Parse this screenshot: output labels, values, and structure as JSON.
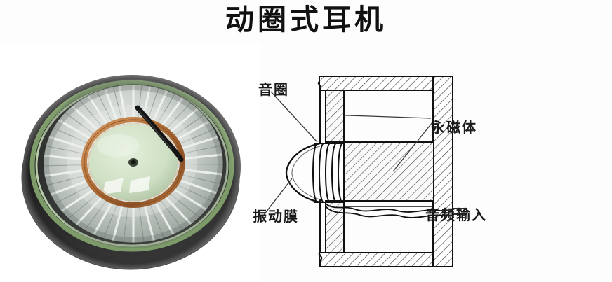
{
  "page": {
    "title": "动圈式耳机",
    "background_color": "#fdfdfd"
  },
  "photo": {
    "name": "dynamic-driver-photo",
    "description": "动圈式耳机单元实物照片",
    "colors": {
      "rim": "#2b2b2b",
      "ring": "#8fae7d",
      "diaphragm": "#c9cfcb",
      "coil": "#b5703a",
      "center_dome": "#d5e3cc",
      "wire": "#1a1a1a"
    }
  },
  "diagram": {
    "name": "cross-section-diagram",
    "colors": {
      "line": "#1a1a1a",
      "hatch": "#555555",
      "fill": "#ffffff"
    },
    "labels": [
      {
        "id": "voice-coil",
        "text": "音圈"
      },
      {
        "id": "magnet",
        "text": "永磁体"
      },
      {
        "id": "diaphragm",
        "text": "振动膜"
      },
      {
        "id": "audio-input",
        "text": "音频输入"
      }
    ]
  }
}
